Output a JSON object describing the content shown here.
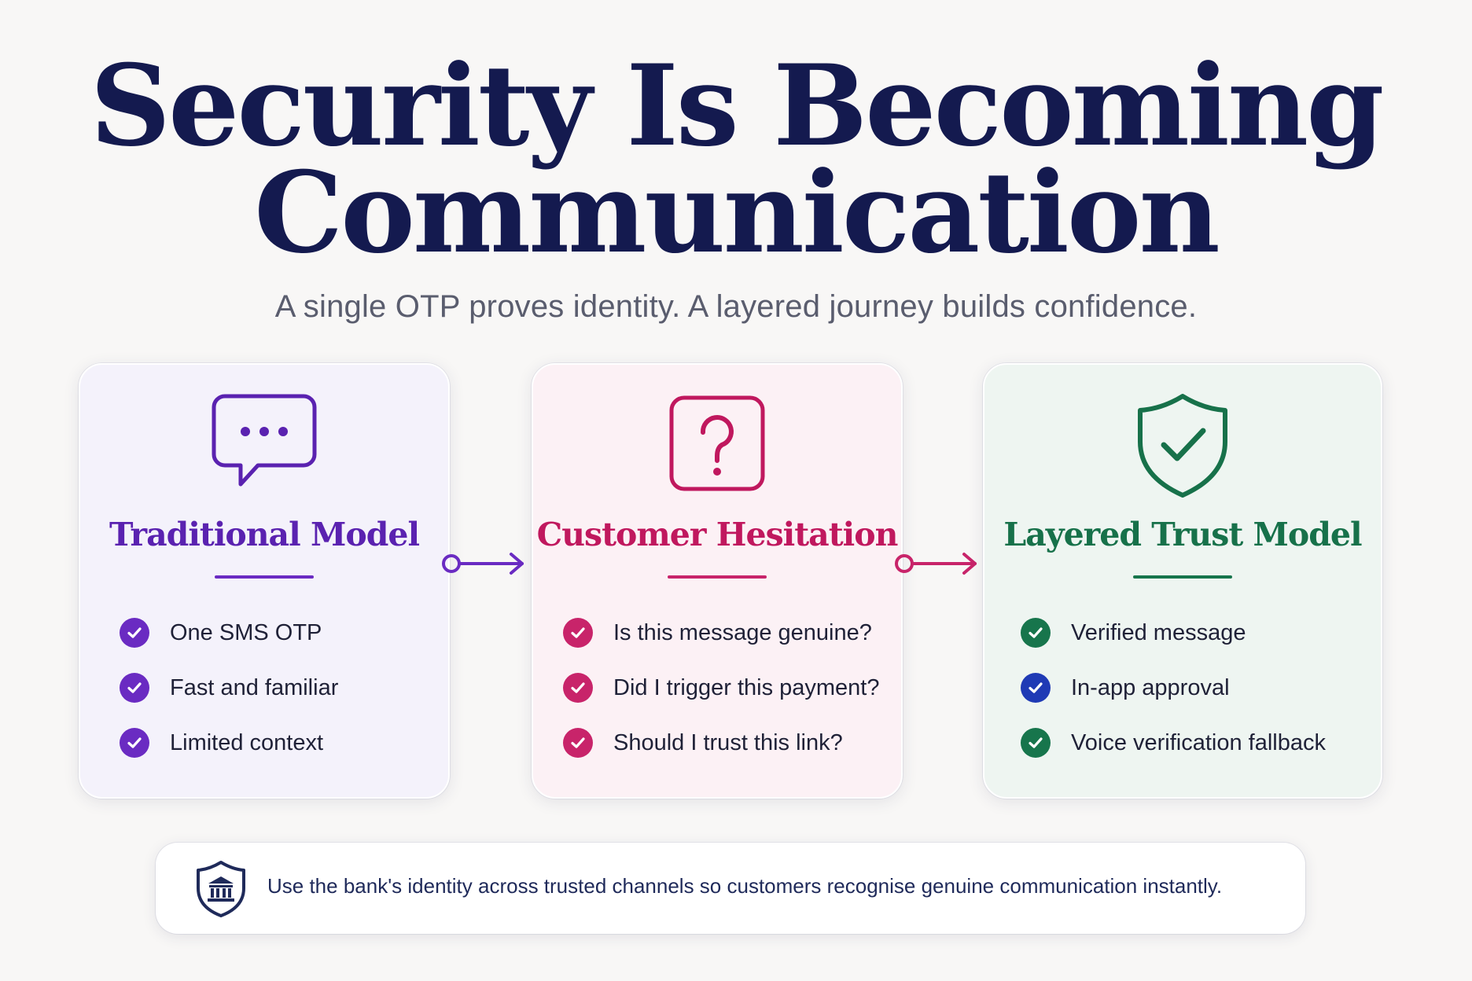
{
  "header": {
    "title_line1": "Security Is Becoming",
    "title_line2": "Communication",
    "subtitle": "A single OTP proves identity. A layered journey builds confidence."
  },
  "cards": [
    {
      "title": "Traditional Model",
      "icon": "chat-bubble-icon",
      "accent": "#6a2bc2",
      "items": [
        "One SMS OTP",
        "Fast and familiar",
        "Limited context"
      ]
    },
    {
      "title": "Customer Hesitation",
      "icon": "question-mark-icon",
      "accent": "#c8246a",
      "items": [
        "Is this message genuine?",
        "Did I trigger this payment?",
        "Should I trust this link?"
      ]
    },
    {
      "title": "Layered Trust Model",
      "icon": "shield-check-icon",
      "accent": "#17754c",
      "items": [
        "Verified message",
        "In-app approval",
        "Voice verification fallback"
      ]
    }
  ],
  "banner": {
    "icon": "bank-shield-icon",
    "text": "Use the bank's identity across trusted channels so customers recognise genuine communication instantly."
  },
  "colors": {
    "title": "#141a4f",
    "purple": "#6a2bc2",
    "pink": "#c8246a",
    "green": "#17754c",
    "blue": "#1f3ab5"
  }
}
